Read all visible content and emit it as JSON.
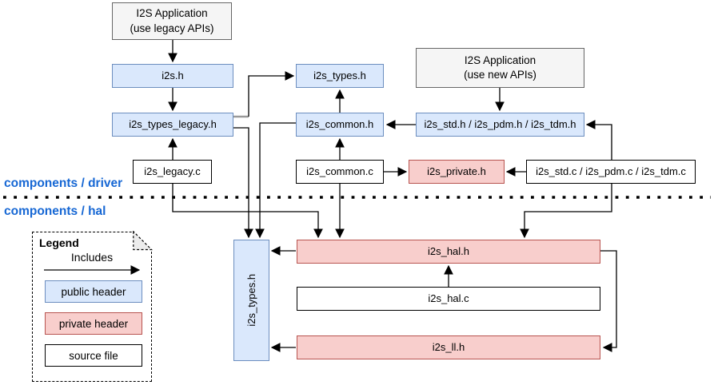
{
  "sections": {
    "driver": "components / driver",
    "hal": "components / hal"
  },
  "nodes": {
    "app_legacy": "I2S Application\n(use legacy APIs)",
    "i2s_h": "i2s.h",
    "i2s_types_legacy_h": "i2s_types_legacy.h",
    "i2s_legacy_c": "i2s_legacy.c",
    "i2s_types_h": "i2s_types.h",
    "i2s_common_h": "i2s_common.h",
    "i2s_common_c": "i2s_common.c",
    "app_new": "I2S Application\n(use new APIs)",
    "i2s_std_pdm_tdm_h": "i2s_std.h / i2s_pdm.h / i2s_tdm.h",
    "i2s_private_h": "i2s_private.h",
    "i2s_std_pdm_tdm_c": "i2s_std.c / i2s_pdm.c / i2s_tdm.c",
    "i2s_types_h_hal": "i2s_types.h",
    "i2s_hal_h": "i2s_hal.h",
    "i2s_hal_c": "i2s_hal.c",
    "i2s_ll_h": "i2s_ll.h"
  },
  "legend": {
    "title": "Legend",
    "includes_label": "Includes",
    "public_header": "public header",
    "private_header": "private header",
    "source_file": "source file"
  },
  "colors": {
    "public_header_fill": "#dae8fc",
    "public_header_border": "#6c8ebf",
    "private_header_fill": "#f8cecc",
    "private_header_border": "#b85450",
    "app_box_fill": "#f5f5f5",
    "app_box_border": "#666666",
    "source_file_fill": "#ffffff",
    "source_file_border": "#000000",
    "section_label_text": "#1667d4",
    "connector": "#000000"
  },
  "edges": [
    {
      "from": "I2S Application (use legacy APIs)",
      "to": "i2s.h"
    },
    {
      "from": "i2s.h",
      "to": "i2s_types_legacy.h"
    },
    {
      "from": "i2s_legacy.c",
      "to": "i2s_types_legacy.h"
    },
    {
      "from": "i2s_types_legacy.h",
      "to": "i2s_types.h (driver)"
    },
    {
      "from": "i2s_types_legacy.h",
      "to": "i2s_types.h (hal)"
    },
    {
      "from": "i2s_common.h",
      "to": "i2s_types.h (driver)"
    },
    {
      "from": "i2s_common.h",
      "to": "i2s_types.h (hal)"
    },
    {
      "from": "i2s_common.c",
      "to": "i2s_common.h"
    },
    {
      "from": "i2s_common.c",
      "to": "i2s_private.h"
    },
    {
      "from": "i2s_common.c",
      "to": "i2s_hal.h"
    },
    {
      "from": "I2S Application (use new APIs)",
      "to": "i2s_std.h / i2s_pdm.h / i2s_tdm.h"
    },
    {
      "from": "i2s_std.h / i2s_pdm.h / i2s_tdm.h",
      "to": "i2s_common.h"
    },
    {
      "from": "i2s_std.c / i2s_pdm.c / i2s_tdm.c",
      "to": "i2s_std.h / i2s_pdm.h / i2s_tdm.h"
    },
    {
      "from": "i2s_std.c / i2s_pdm.c / i2s_tdm.c",
      "to": "i2s_private.h"
    },
    {
      "from": "i2s_std.c / i2s_pdm.c / i2s_tdm.c",
      "to": "i2s_hal.h"
    },
    {
      "from": "i2s_legacy.c",
      "to": "i2s_hal.h"
    },
    {
      "from": "i2s_hal.c",
      "to": "i2s_hal.h"
    },
    {
      "from": "i2s_hal.h",
      "to": "i2s_types.h (hal)"
    },
    {
      "from": "i2s_ll.h",
      "to": "i2s_types.h (hal)"
    },
    {
      "from": "i2s_hal.h",
      "to": "i2s_ll.h"
    }
  ]
}
